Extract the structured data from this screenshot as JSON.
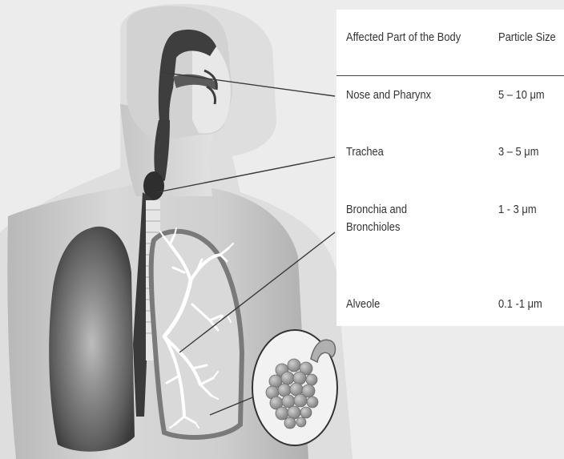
{
  "table": {
    "header_part": "Affected Part of the Body",
    "header_size": "Particle Size",
    "rows": [
      {
        "part": "Nose and Pharynx",
        "size": "5 – 10 μm"
      },
      {
        "part": "Trachea",
        "size": "3 – 5 μm"
      },
      {
        "part": "Bronchia and Bronchioles",
        "size": "1 - 3 μm"
      },
      {
        "part": "Alveole",
        "size": "0.1 -1 μm"
      }
    ]
  },
  "colors": {
    "page_background": "#ffffff",
    "table_background": "#ffffff",
    "backdrop_gray": "#ececec",
    "body_light": "#dcdcdc",
    "body_mid": "#bdbdbd",
    "airway_dark": "#3c3c3c",
    "leader_line": "#3a3a3a",
    "text": "#333333"
  }
}
